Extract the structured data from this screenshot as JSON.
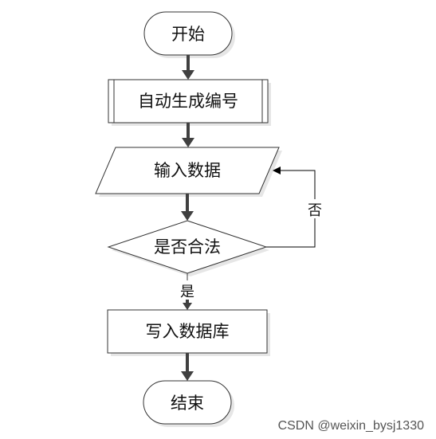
{
  "nodes": {
    "start": "开始",
    "autogen": "自动生成编号",
    "input": "输入数据",
    "check": "是否合法",
    "write": "写入数据库",
    "end": "结束"
  },
  "edges": {
    "no_label": "否",
    "yes_label": "是"
  },
  "watermark": "CSDN @weixin_bysj1330",
  "colors": {
    "stroke": "#333333",
    "arrow": "#404040",
    "shadow": "#e6e6e6",
    "text": "#111111"
  }
}
